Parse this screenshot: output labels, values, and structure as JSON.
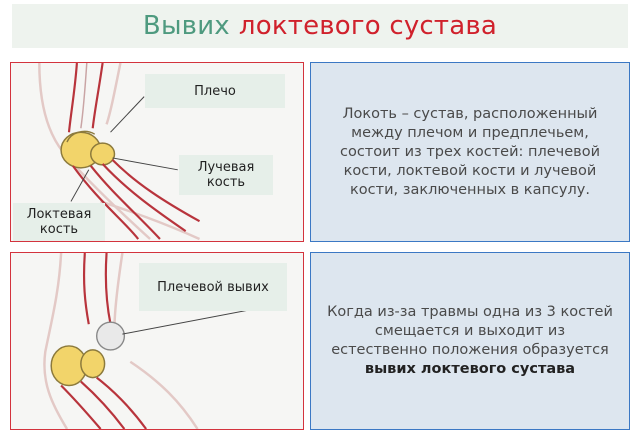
{
  "title": {
    "part1": "Вывих",
    "part2": "локтевого сустава"
  },
  "panel1": {
    "labels": {
      "shoulder": "Плечо",
      "radius_line1": "Лучевая",
      "radius_line2": "кость",
      "ulna_line1": "Локтевая",
      "ulna_line2": "кость"
    },
    "text": "Локоть – сустав, расположенный между плечом и предплечьем, состоит из трех костей: плечевой кости, локтевой кости и лучевой кости, заключенных в капсулу."
  },
  "panel2": {
    "labels": {
      "dislocation": "Плечевой вывих"
    },
    "text": "Когда из-за травмы одна из 3 костей смещается и выходит из естественно положения образуется",
    "text_bold": "вывих локтевого сустава"
  },
  "colors": {
    "title_green": "#4e9a7f",
    "title_red": "#d0212c",
    "image_border": "#d3333d",
    "text_border": "#3b78c4",
    "bone_yellow": "#f2d46a",
    "outline_red": "#b8343c"
  }
}
